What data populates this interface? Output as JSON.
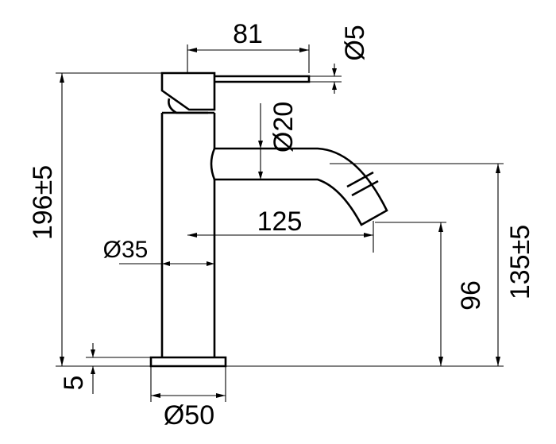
{
  "dimensions": {
    "lever_length": "81",
    "lever_diameter": "Ø5",
    "spout_diameter": "Ø20",
    "total_height": "196±5",
    "spout_reach": "125",
    "body_diameter": "Ø35",
    "outlet_height": "96",
    "spout_height": "135±5",
    "base_thickness": "5",
    "base_diameter": "Ø50"
  },
  "colors": {
    "line": "#000000",
    "background": "#ffffff"
  }
}
